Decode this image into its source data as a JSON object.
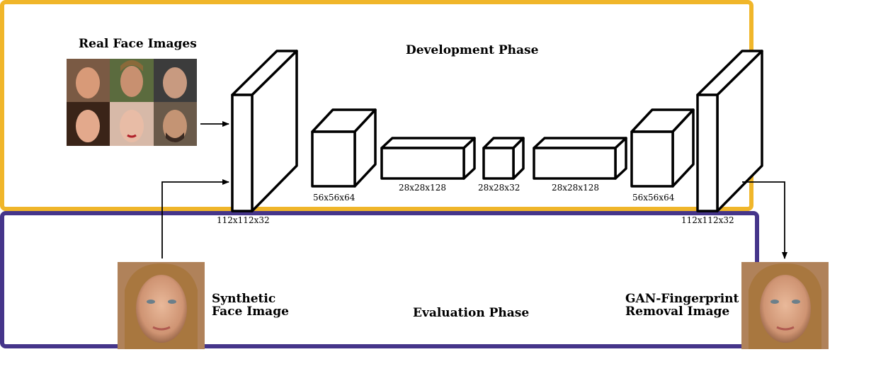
{
  "development_phase": {
    "title": "Development Phase",
    "real_faces_label": "Real Face Images",
    "layers": [
      "112x112x32",
      "56x56x64",
      "28x28x128",
      "28x28x32",
      "28x28x128",
      "56x56x64",
      "112x112x32"
    ]
  },
  "evaluation_phase": {
    "title": "Evaluation Phase",
    "input_label_line1": "Synthetic",
    "input_label_line2": "Face Image",
    "output_label_line1": "GAN-Fingerprint",
    "output_label_line2": "Removal Image"
  },
  "colors": {
    "development_border": "#f0b62a",
    "evaluation_border": "#45358a"
  }
}
